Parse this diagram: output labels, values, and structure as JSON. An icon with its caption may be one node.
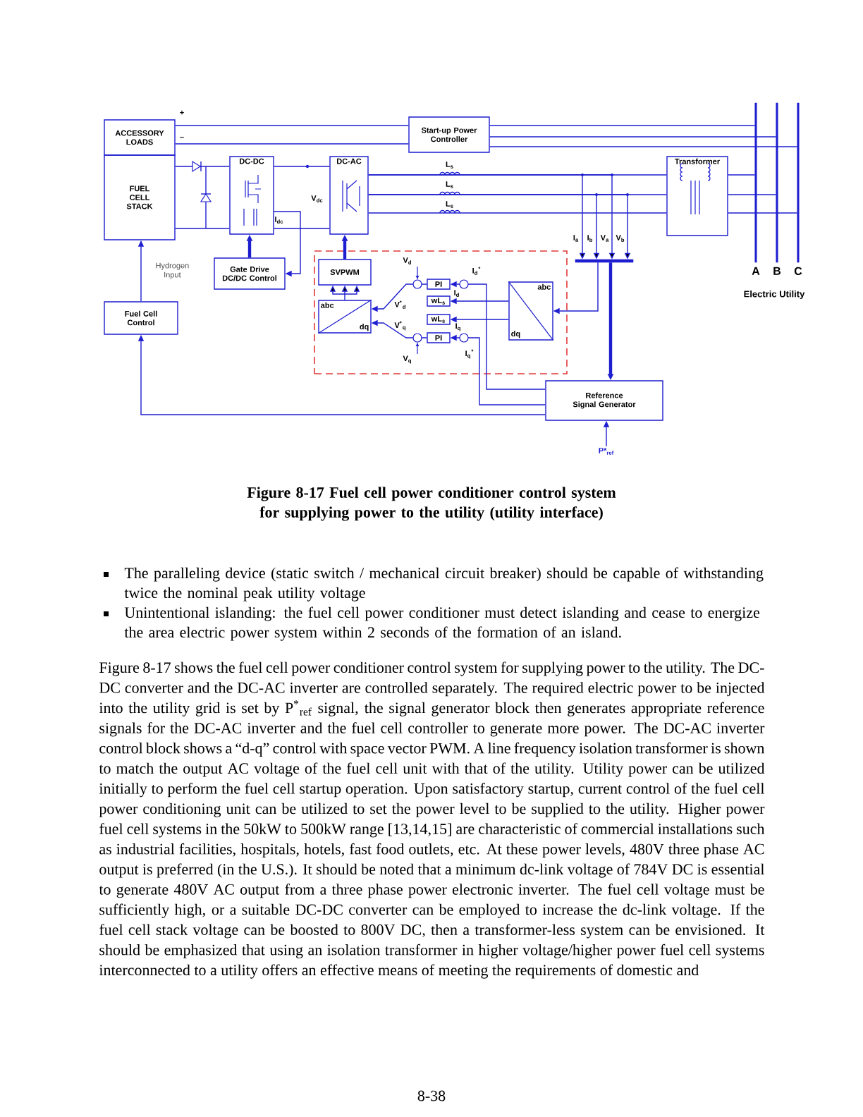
{
  "diagram": {
    "caption": "Figure 8-17 Fuel cell power conditioner control system for supplying power to the utility (utility interface)",
    "nodes": [
      {
        "text": [
          "ACCESSORY LOADS"
        ]
      },
      {
        "text": [
          "FUEL CELL STACK"
        ]
      },
      {
        "text": [
          "DC-DC"
        ]
      },
      {
        "text": [
          "DC-AC"
        ]
      },
      {
        "text": [
          "Start-up Power Controller"
        ]
      },
      {
        "text": [
          "Transformer"
        ]
      },
      {
        "text": [
          "Gate Drive DC/DC Control"
        ]
      },
      {
        "text": [
          "Fuel Cell Control"
        ]
      },
      {
        "text": [],
        "shape": "box"
      },
      {
        "text": [
          "SVPWM"
        ],
        "in": 8
      },
      {
        "text": [
          "abc",
          "dq"
        ],
        "in": 8
      },
      {
        "text": [
          "PI"
        ],
        "in": 8
      },
      {
        "text": [
          "wL$_{s}$"
        ],
        "in": 8
      },
      {
        "text": [
          "wL$_{s}$"
        ],
        "in": 8
      },
      {
        "text": [
          "PI"
        ],
        "in": 8
      },
      {
        "text": [
          "abc",
          "dq"
        ],
        "in": 8
      },
      {
        "text": [
          "Reference Signal Generator"
        ]
      },
      {
        "text": [
          "P*$_{ref}$"
        ]
      },
      {
        "text": [],
        "shape": "bar"
      },
      {
        "text": [],
        "shape": "bar",
        "beside": [
          "A"
        ]
      },
      {
        "text": [],
        "shape": "bar",
        "beside": [
          "B"
        ]
      },
      {
        "text": [],
        "shape": "bar",
        "beside": [
          "C"
        ]
      }
    ],
    "edges": [
      {
        "from": 7,
        "to": 1,
        "arrow": "to",
        "label": "Hydrogen Input"
      },
      {
        "from": 16,
        "to": 7,
        "arrow": "to"
      },
      {
        "from": 17,
        "to": 16,
        "arrow": "to"
      },
      {
        "from": 6,
        "to": 2,
        "arrow": "to",
        "style": "thick"
      },
      {
        "from": 9,
        "to": 3,
        "arrow": "to",
        "style": "thick"
      },
      {
        "from": 10,
        "to": 9,
        "arrow": "to"
      },
      {
        "from": 11,
        "to": 10,
        "arrow": "to"
      },
      {
        "from": 14,
        "to": 10,
        "arrow": "to"
      },
      {
        "from": 15,
        "to": 12,
        "arrow": "to"
      },
      {
        "from": 15,
        "to": 13,
        "arrow": "to"
      },
      {
        "from": 16,
        "to": 11,
        "arrow": "to"
      },
      {
        "from": 16,
        "to": 14,
        "arrow": "to"
      },
      {
        "from": 18,
        "to": 15,
        "arrow": "to"
      },
      {
        "from": 18,
        "to": 16,
        "arrow": "to",
        "style": "thick"
      },
      {
        "from": 1,
        "to": 2,
        "arrow": "none"
      },
      {
        "from": 2,
        "to": 3,
        "arrow": "none"
      },
      {
        "from": 3,
        "to": 5,
        "arrow": "none"
      },
      {
        "from": 0,
        "to": 4,
        "arrow": "none"
      },
      {
        "from": 2,
        "to": 6,
        "arrow": "to"
      },
      {
        "from": 4,
        "to": 19,
        "arrow": "none"
      },
      {
        "from": 4,
        "to": 20,
        "arrow": "none"
      },
      {
        "from": 4,
        "to": 21,
        "arrow": "none"
      },
      {
        "from": 5,
        "to": 19,
        "arrow": "none"
      },
      {
        "from": 5,
        "to": 20,
        "arrow": "none"
      },
      {
        "from": 5,
        "to": 21,
        "arrow": "none"
      },
      {
        "from": 3,
        "to": 18,
        "arrow": "to"
      },
      {
        "from": 3,
        "to": 18,
        "arrow": "to"
      }
    ],
    "labels": [
      "+",
      "–",
      "L$_{s}$",
      "L$_{s}$",
      "L$_{s}$",
      "V$_{dc}$",
      "I$_{dc}$",
      "I$_{a}$",
      "I$_{b}$",
      "V$_{a}$",
      "V$_{b}$",
      "Electric Utility",
      "V$_{d}$",
      "V$^{*}$$_{d}$",
      "V$^{*}$$_{q}$",
      "V$_{q}$",
      "I$_{d}$$^{*}$",
      "I$_{d}$",
      "I$_{q}$",
      "I$_{q}$$^{*}$",
      "The paralleling device (static switch / mechanical circuit breaker) should be capable of withstanding twice the nominal peak utility voltage",
      "Unintentional islanding: the fuel cell power conditioner must detect islanding and cease to energize the area electric power system within 2 seconds of the formation of an island.",
      "Figure 8-17 shows the fuel cell power conditioner control system for supplying power to the utility. The DC-DC converter and the DC-AC inverter are controlled separately. The required electric power to be injected into the utility grid is set by P$^{*}$$_{ref}$ signal, the signal generator block then generates appropriate reference signals for the DC-AC inverter and the fuel cell controller to generate more power. The DC-AC inverter control block shows a “d-q” control with space vector PWM. A line frequency isolation transformer is shown to match the output AC voltage of the fuel cell unit with that of the utility. Utility power can be utilized initially to perform the fuel cell startup operation. Upon satisfactory startup, current control of the fuel cell power conditioning unit can be utilized to set the power level to be supplied to the utility. Higher power fuel cell systems in the 50kW to 500kW range [13,14,15] are characteristic of commercial installations such as industrial facilities, hospitals, hotels, fast food outlets, etc. At these power levels, 480V three phase AC output is preferred (in the U.S.). It should be noted that a minimum dc-link voltage of 784V DC is essential to generate 480V AC output from a three phase power electronic inverter. The fuel cell voltage must be sufficiently high, or a suitable DC-DC converter can be employed to increase the dc-link voltage. If the fuel cell stack voltage can be boosted to 800V DC, then a transformer-less system can be envisioned. It should be emphasized that using an isolation transformer in higher voltage/higher power fuel cell systems interconnected to a utility offers an effective means of meeting the requirements of domestic and",
      "8-38"
    ]
  }
}
